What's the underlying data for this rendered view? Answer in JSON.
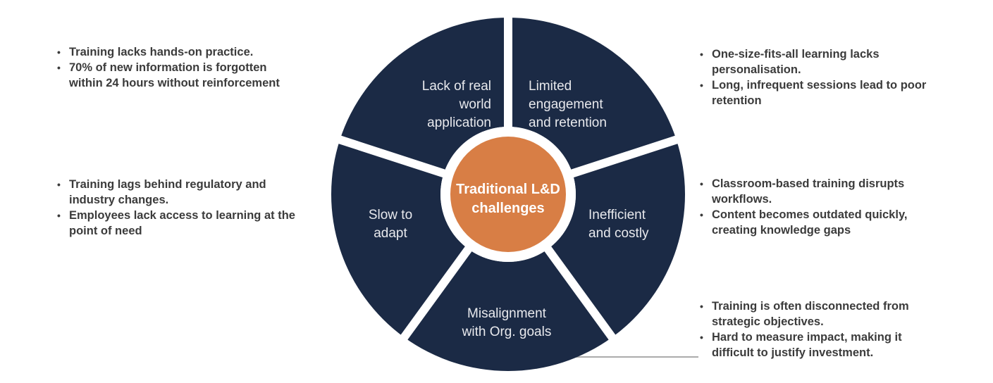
{
  "diagram": {
    "title": "Traditional L&D challenges wheel",
    "wheel_color": "#1B2A45",
    "segment_label_color": "#E8E9ED",
    "connector_color": "#ABABAB",
    "center": {
      "label": "Traditional L&D\nchallenges",
      "color": "#D87E45",
      "text_color": "#FFFFFF"
    },
    "segments": [
      {
        "id": "lack-of-real-world-application",
        "label": "Lack of real\nworld\napplication"
      },
      {
        "id": "limited-engagement-and-retention",
        "label": "Limited\nengagement\nand retention"
      },
      {
        "id": "slow-to-adapt",
        "label": "Slow to\nadapt"
      },
      {
        "id": "inefficient-and-costly",
        "label": "Inefficient\nand costly"
      },
      {
        "id": "misalignment-with-org-goals",
        "label": "Misalignment\nwith Org. goals"
      }
    ]
  },
  "bullet_blocks": [
    {
      "position": "left-top",
      "items": [
        "Training lacks hands-on practice.",
        "70% of new information is forgotten within 24 hours without reinforcement"
      ]
    },
    {
      "position": "left-middle",
      "items": [
        "Training lags behind regulatory and industry changes.",
        "Employees lack access to learning at the point of need"
      ]
    },
    {
      "position": "right-top",
      "items": [
        "One-size-fits-all learning lacks personalisation.",
        "Long, infrequent sessions lead to poor retention"
      ]
    },
    {
      "position": "right-middle",
      "items": [
        "Classroom-based training disrupts workflows.",
        "Content becomes outdated quickly, creating knowledge gaps"
      ]
    },
    {
      "position": "right-bottom",
      "items": [
        "Training is often disconnected from strategic objectives.",
        "Hard to measure impact, making it difficult to justify investment."
      ]
    }
  ]
}
